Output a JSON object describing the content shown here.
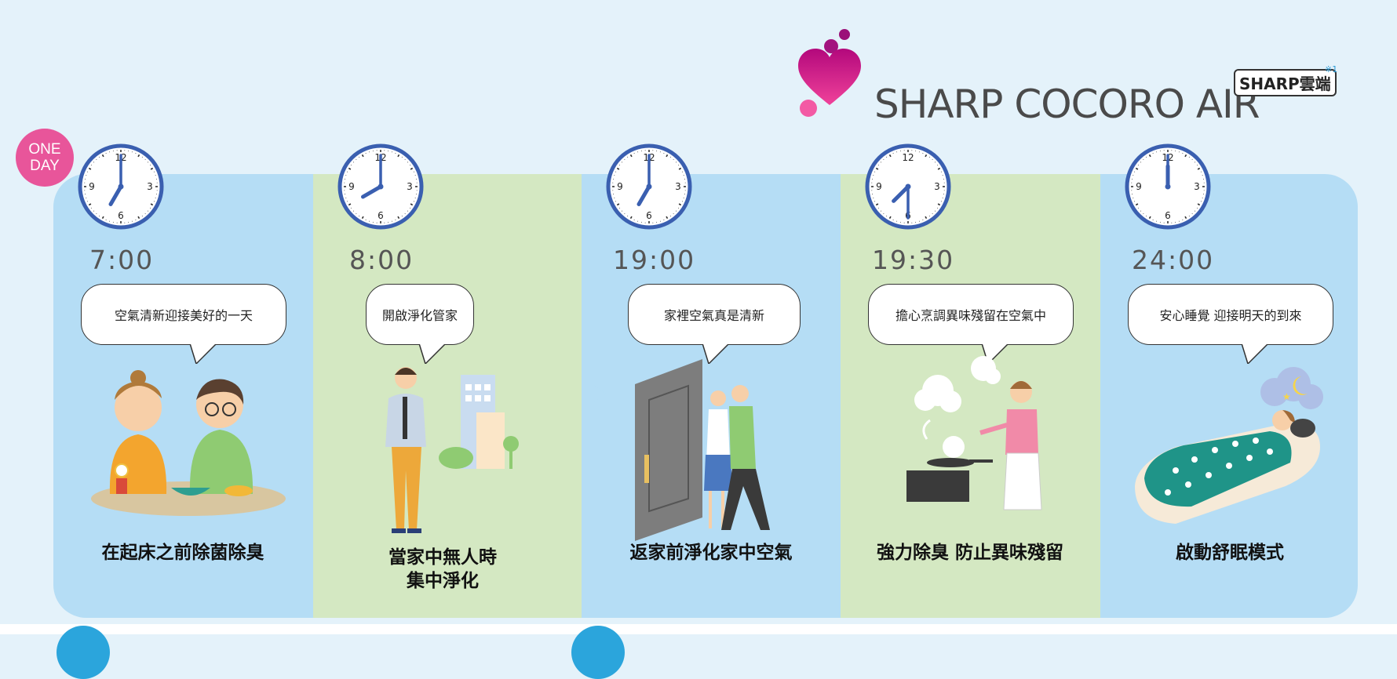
{
  "brand": {
    "name": "SHARP COCORO AIR",
    "badge": "SHARP雲端",
    "note": "※1"
  },
  "badge": {
    "line1": "ONE",
    "line2": "DAY"
  },
  "colors": {
    "blue": "#b5ddf5",
    "green": "#d4e8c2",
    "pink": "#e8559a",
    "clock": "#3a5fb0"
  },
  "timeline": [
    {
      "time": "7:00",
      "bubble": "空氣清新迎接美好的一天",
      "caption_line1": "在起床之前除菌除臭",
      "caption_line2": "",
      "hour": 7,
      "minute": 0,
      "icon": "breakfast-couple"
    },
    {
      "time": "8:00",
      "bubble": "開啟淨化管家",
      "caption_line1": "當家中無人時",
      "caption_line2": "集中淨化",
      "hour": 8,
      "minute": 0,
      "icon": "leaving-man"
    },
    {
      "time": "19:00",
      "bubble": "家裡空氣真是清新",
      "caption_line1": "返家前淨化家中空氣",
      "caption_line2": "",
      "hour": 7,
      "minute": 0,
      "icon": "returning-couple"
    },
    {
      "time": "19:30",
      "bubble": "擔心烹調異味殘留在空氣中",
      "caption_line1": "強力除臭 防止異味殘留",
      "caption_line2": "",
      "hour": 7,
      "minute": 30,
      "icon": "cooking-woman"
    },
    {
      "time": "24:00",
      "bubble": "安心睡覺 迎接明天的到來",
      "caption_line1": "啟動舒眠模式",
      "caption_line2": "",
      "hour": 12,
      "minute": 0,
      "icon": "sleeping-person"
    }
  ]
}
